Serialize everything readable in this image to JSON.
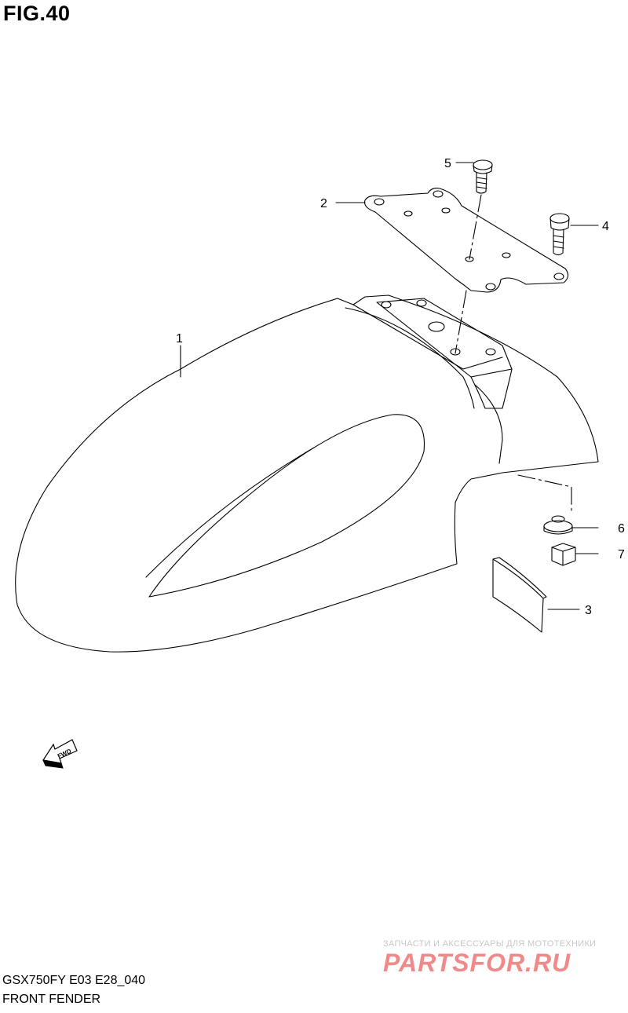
{
  "figure": {
    "title": "FIG.40"
  },
  "callouts": {
    "fender": "1",
    "bracket": "2",
    "pad": "3",
    "bolt_4": "4",
    "bolt_5": "5",
    "washer": "6",
    "nut": "7"
  },
  "direction_marker": {
    "label": "FWD",
    "icon": "fwd-arrow-icon"
  },
  "footer": {
    "model_code": "GSX750FY E03 E28_040",
    "section_name": "FRONT FENDER"
  },
  "watermark": {
    "tagline": "ЗАПЧАСТИ И АКСЕССУАРЫ ДЛЯ МОТОТЕХНИКИ",
    "logo": "PARTSFOR.RU",
    "color": "#f08a8a"
  },
  "colors": {
    "line": "#000000",
    "background": "#ffffff"
  }
}
